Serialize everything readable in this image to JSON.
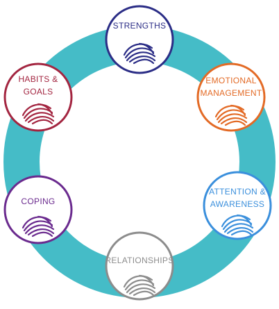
{
  "ring_color": "#45BCC7",
  "nodes": [
    {
      "id": "strengths",
      "lines": [
        "STRENGTHS"
      ],
      "color": "#2B2D86",
      "icon": "wave-lines-icon"
    },
    {
      "id": "emotional-management",
      "lines": [
        "EMOTIONAL",
        "MANAGEMENT"
      ],
      "color": "#E36A25",
      "icon": "wave-lines-icon"
    },
    {
      "id": "attention-awareness",
      "lines": [
        "ATTENTION &",
        "AWARENESS"
      ],
      "color": "#3A8FDC",
      "icon": "wave-lines-icon"
    },
    {
      "id": "relationships",
      "lines": [
        "RELATIONSHIPS"
      ],
      "color": "#8C8C8C",
      "icon": "wave-lines-icon"
    },
    {
      "id": "coping",
      "lines": [
        "COPING"
      ],
      "color": "#6A2A8E",
      "icon": "wave-lines-icon"
    },
    {
      "id": "habits-goals",
      "lines": [
        "HABITS &",
        "GOALS"
      ],
      "color": "#A32540",
      "icon": "wave-lines-icon"
    }
  ]
}
